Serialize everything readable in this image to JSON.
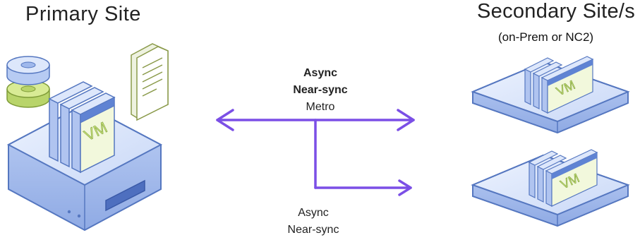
{
  "primary_site": {
    "title": "Primary Site",
    "vm_label": "VM"
  },
  "secondary_site": {
    "title": "Secondary Site/s",
    "subtitle": "(on-Prem or NC2)",
    "vm_label": "VM"
  },
  "replication_top": {
    "mode_1": "Async",
    "mode_2": "Near-sync",
    "mode_3": "Metro"
  },
  "replication_bottom": {
    "mode_1": "Async",
    "mode_2": "Near-sync"
  },
  "colors": {
    "arrow": "#7B4FE6",
    "server_light": "#DDE7FB",
    "server_mid": "#BCD0F6",
    "server_dark": "#6C8FD6",
    "vm_green": "#C9E27A",
    "outline": "#5577C0"
  },
  "icons": [
    "storage-cylinder-icon",
    "document-icon",
    "server-icon",
    "vm-icon",
    "arrow-icon"
  ]
}
